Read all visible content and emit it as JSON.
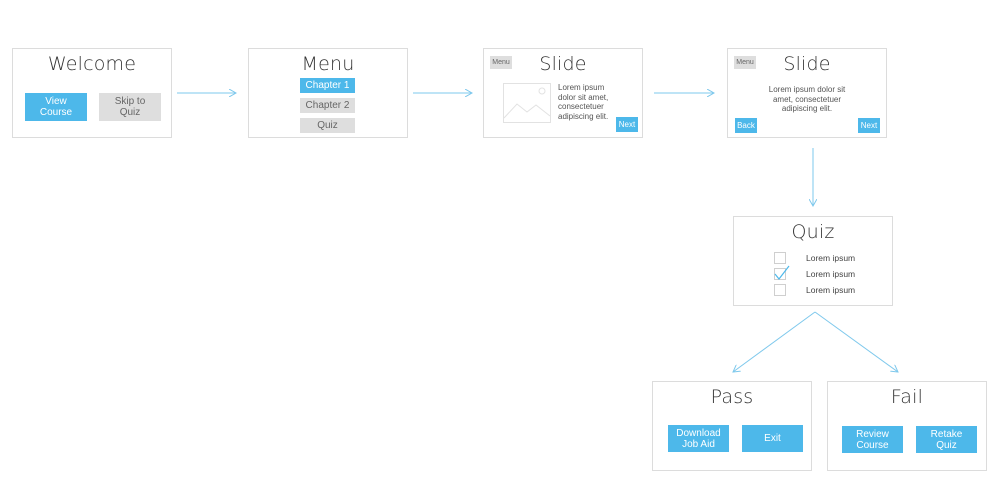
{
  "colors": {
    "accent": "#4db8ea",
    "neutral": "#dedede",
    "border": "#dcdcdc",
    "connector": "#7ec8ec"
  },
  "welcome": {
    "title": "Welcome",
    "view_course": "View\nCourse",
    "skip_quiz": "Skip to\nQuiz"
  },
  "menu": {
    "title": "Menu",
    "chapter1": "Chapter 1",
    "chapter2": "Chapter 2",
    "quiz": "Quiz"
  },
  "slide1": {
    "title": "Slide",
    "menu_btn": "Menu",
    "text": "Lorem ipsum\ndolor sit amet,\nconsectetuer\nadipiscing elit.",
    "next": "Next",
    "image_icon": "image-placeholder-icon"
  },
  "slide2": {
    "title": "Slide",
    "menu_btn": "Menu",
    "text": "Lorem ipsum dolor sit\namet, consectetuer\nadipiscing elit.",
    "back": "Back",
    "next": "Next"
  },
  "quiz": {
    "title": "Quiz",
    "options": [
      {
        "label": "Lorem ipsum",
        "checked": false
      },
      {
        "label": "Lorem ipsum",
        "checked": true
      },
      {
        "label": "Lorem ipsum",
        "checked": false
      }
    ]
  },
  "pass": {
    "title": "Pass",
    "download": "Download\nJob Aid",
    "exit": "Exit"
  },
  "fail": {
    "title": "Fail",
    "review": "Review\nCourse",
    "retake": "Retake\nQuiz"
  }
}
